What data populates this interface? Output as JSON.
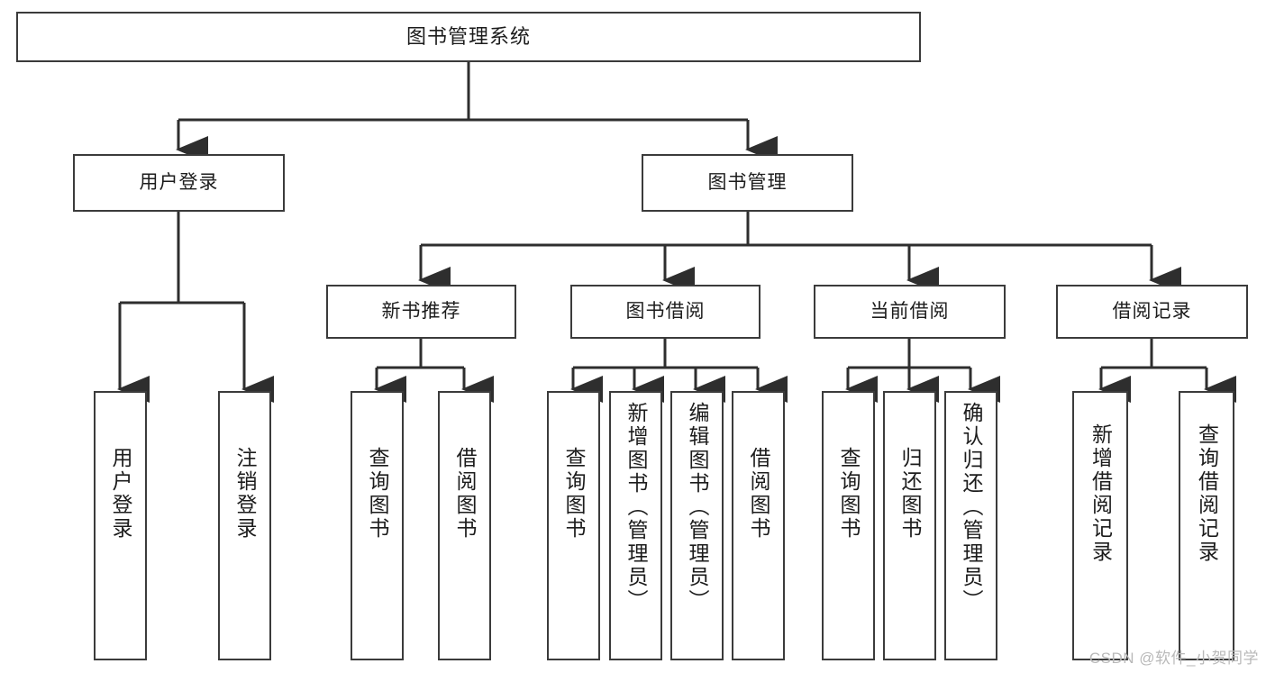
{
  "diagram": {
    "type": "tree-hierarchy",
    "title": "图书管理系统",
    "watermark": "CSDN @软件_小贺同学",
    "colors": {
      "background": "#ffffff",
      "node_border": "#3b3b3b",
      "node_fill": "#ffffff",
      "connector": "#2e2e2e",
      "text": "#1c1c1c",
      "watermark": "#b9b9b9"
    },
    "levels": {
      "root": {
        "label": "图书管理系统"
      },
      "level1": [
        {
          "id": "user-login",
          "label": "用户登录"
        },
        {
          "id": "book-manage",
          "label": "图书管理"
        }
      ],
      "level2": [
        {
          "id": "new-book-recommend",
          "label": "新书推荐",
          "parent": "book-manage"
        },
        {
          "id": "book-borrow",
          "label": "图书借阅",
          "parent": "book-manage"
        },
        {
          "id": "current-borrow",
          "label": "当前借阅",
          "parent": "book-manage"
        },
        {
          "id": "borrow-record",
          "label": "借阅记录",
          "parent": "book-manage"
        }
      ],
      "leaves": [
        {
          "id": "leaf-user-login",
          "label": "用户登录",
          "parent": "user-login"
        },
        {
          "id": "leaf-logout",
          "label": "注销登录",
          "parent": "user-login"
        },
        {
          "id": "leaf-query-book-1",
          "label": "查询图书",
          "parent": "new-book-recommend"
        },
        {
          "id": "leaf-borrow-book-1",
          "label": "借阅图书",
          "parent": "new-book-recommend"
        },
        {
          "id": "leaf-query-book-2",
          "label": "查询图书",
          "parent": "book-borrow"
        },
        {
          "id": "leaf-add-book",
          "label": "新增图书（管理员）",
          "parent": "book-borrow"
        },
        {
          "id": "leaf-edit-book",
          "label": "编辑图书（管理员）",
          "parent": "book-borrow"
        },
        {
          "id": "leaf-borrow-book-2",
          "label": "借阅图书",
          "parent": "book-borrow"
        },
        {
          "id": "leaf-query-book-3",
          "label": "查询图书",
          "parent": "current-borrow"
        },
        {
          "id": "leaf-return-book",
          "label": "归还图书",
          "parent": "current-borrow"
        },
        {
          "id": "leaf-confirm-return",
          "label": "确认归还（管理员）",
          "parent": "current-borrow"
        },
        {
          "id": "leaf-add-record",
          "label": "新增借阅记录",
          "parent": "borrow-record"
        },
        {
          "id": "leaf-query-record",
          "label": "查询借阅记录",
          "parent": "borrow-record"
        }
      ]
    }
  }
}
